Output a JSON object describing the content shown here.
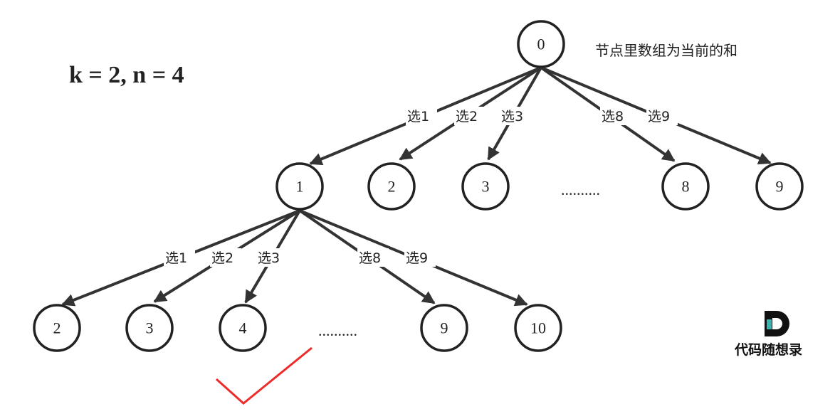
{
  "params_label": "k = 2, n = 4",
  "caption": "节点里数组为当前的和",
  "ellipsis": "..........",
  "root": {
    "label": "0"
  },
  "level1": {
    "edges": [
      "选1",
      "选2",
      "选3",
      "选8",
      "选9"
    ],
    "nodes": [
      "1",
      "2",
      "3",
      "8",
      "9"
    ]
  },
  "level2": {
    "edges": [
      "选1",
      "选2",
      "选3",
      "选8",
      "选9"
    ],
    "nodes": [
      "2",
      "3",
      "4",
      "9",
      "10"
    ]
  },
  "brand": {
    "logo_letter": "D",
    "name": "代码随想录",
    "colors": {
      "dark": "#111111",
      "teal": "#3bb3b0"
    }
  },
  "colors": {
    "stroke": "#222222",
    "edge": "#333333",
    "prune": "#ee2b2b"
  }
}
